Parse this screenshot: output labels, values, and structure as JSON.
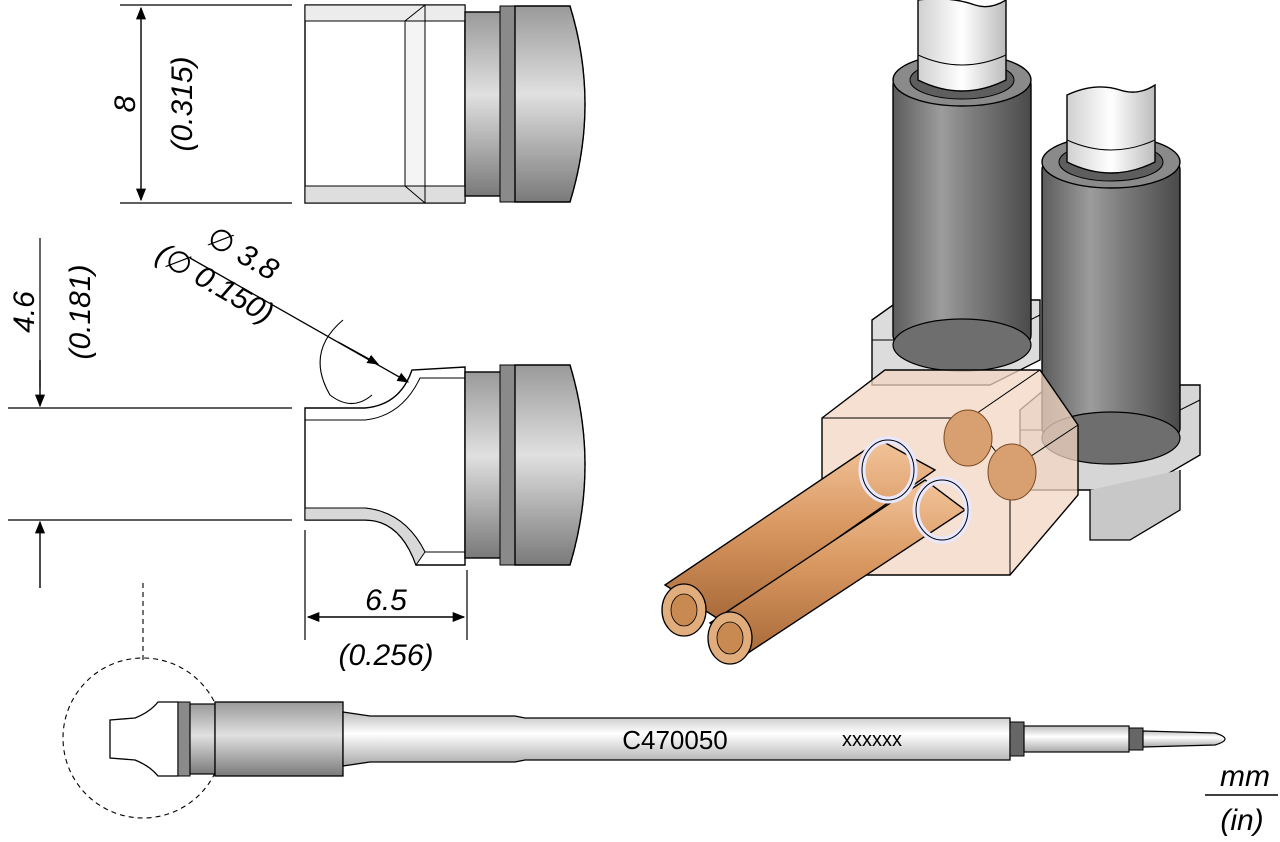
{
  "dimensions": {
    "height_mm": "8",
    "height_in": "(0.315)",
    "diameter_mm": "∅ 3.8",
    "diameter_in": "(∅ 0.150)",
    "pitch_mm": "4.6",
    "pitch_in": "(0.181)",
    "width_mm": "6.5",
    "width_in": "(0.256)"
  },
  "cartridge": {
    "part_number": "C470050",
    "serial_placeholder": "xxxxxx"
  },
  "units": {
    "primary": "mm",
    "secondary": "(in)"
  },
  "colors": {
    "line": "#000000",
    "metal_dark": "#6b6b6b",
    "metal_light": "#e6e6e6",
    "copper": "#d8a070",
    "clear_block": "#f1d6c2"
  }
}
